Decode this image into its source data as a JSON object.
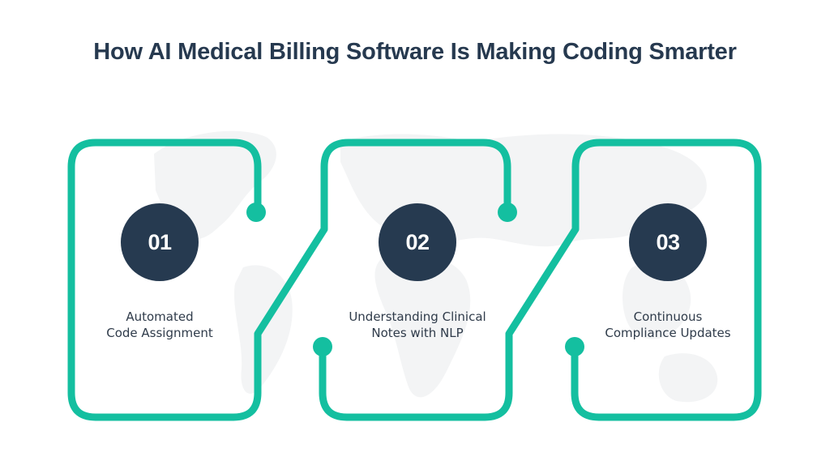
{
  "title": "How AI Medical Billing Software Is Making Coding Smarter",
  "colors": {
    "accent_teal": "#14BFA0",
    "badge_navy": "#263A50",
    "title_text": "#26394F",
    "body_text": "#2F3B4A",
    "map_background": "#F3F4F5"
  },
  "steps": [
    {
      "number": "01",
      "label_line1": "Automated",
      "label_line2": "Code Assignment"
    },
    {
      "number": "02",
      "label_line1": "Understanding Clinical",
      "label_line2": "Notes with NLP"
    },
    {
      "number": "03",
      "label_line1": "Continuous",
      "label_line2": "Compliance Updates"
    }
  ]
}
